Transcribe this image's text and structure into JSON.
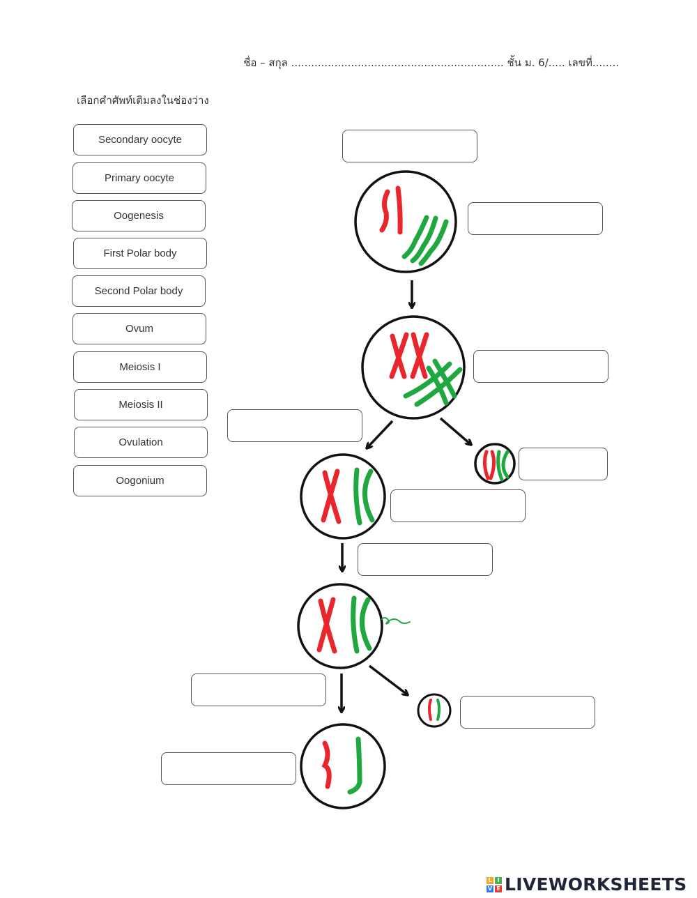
{
  "header": {
    "student_line": "ชื่อ – สกุล ................................................................ ชั้น ม. 6/..... เลขที่........"
  },
  "instruction": "เลือกคำศัพท์เติมลงในช่องว่าง",
  "terms": [
    "Secondary oocyte",
    "Primary oocyte",
    "Oogenesis",
    "First Polar body",
    "Second Polar body",
    "Ovum",
    "Meiosis I",
    "Meiosis II",
    "Ovulation",
    "Oogonium"
  ],
  "blanks": [
    "",
    "",
    "",
    "",
    "",
    "",
    "",
    "",
    "",
    ""
  ],
  "colors": {
    "chromosome_red": "#e8262c",
    "chromosome_green": "#1fa83f",
    "outline": "#111111"
  },
  "brand": {
    "name": "LIVEWORKSHEETS",
    "logo_letters": [
      "L",
      "I",
      "V",
      "E"
    ],
    "logo_colors": [
      "#f5a623",
      "#4caf50",
      "#2f80ed",
      "#e53935"
    ]
  }
}
